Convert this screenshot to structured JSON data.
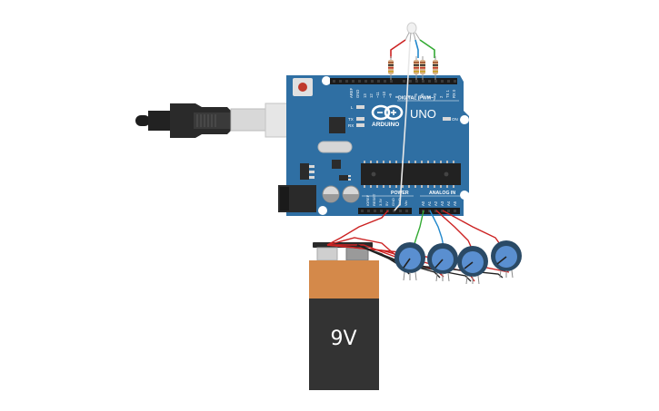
{
  "board": {
    "brand": "ARDUINO",
    "model": "UNO",
    "digital_label": "DIGITAL (PWM~)",
    "power_label": "POWER",
    "analog_label": "ANALOG IN",
    "on_label": "ON",
    "l_label": "L",
    "tx_label": "TX",
    "rx_label": "RX",
    "aref_label": "AREF",
    "gnd_label": "GND",
    "digital_pins": [
      "13",
      "12",
      "~11",
      "~10",
      "~9",
      "8",
      "7",
      "~6",
      "~5",
      "4",
      "~3",
      "2",
      "TX 1",
      "RX 0"
    ],
    "power_pins": [
      "IOREF",
      "RESET",
      "3.3V",
      "5V",
      "GND",
      "GND",
      "Vin"
    ],
    "analog_pins": [
      "A0",
      "A1",
      "A2",
      "A3",
      "A4",
      "A5"
    ]
  },
  "battery": {
    "label": "9V"
  },
  "colors": {
    "board": "#2f6fa3",
    "board_dark": "#24577f",
    "battery_top": "#d4894a",
    "battery_body": "#333333",
    "wire_red": "#cc2222",
    "wire_black": "#222222",
    "wire_green": "#33aa33",
    "wire_blue": "#2288cc",
    "wire_white": "#e8e8e8",
    "pot_body": "#5a8fd0"
  },
  "parts": {
    "usb_cable": "usb-cable",
    "rgb_led": "rgb-led",
    "resistors": 3,
    "potentiometers": 4
  }
}
